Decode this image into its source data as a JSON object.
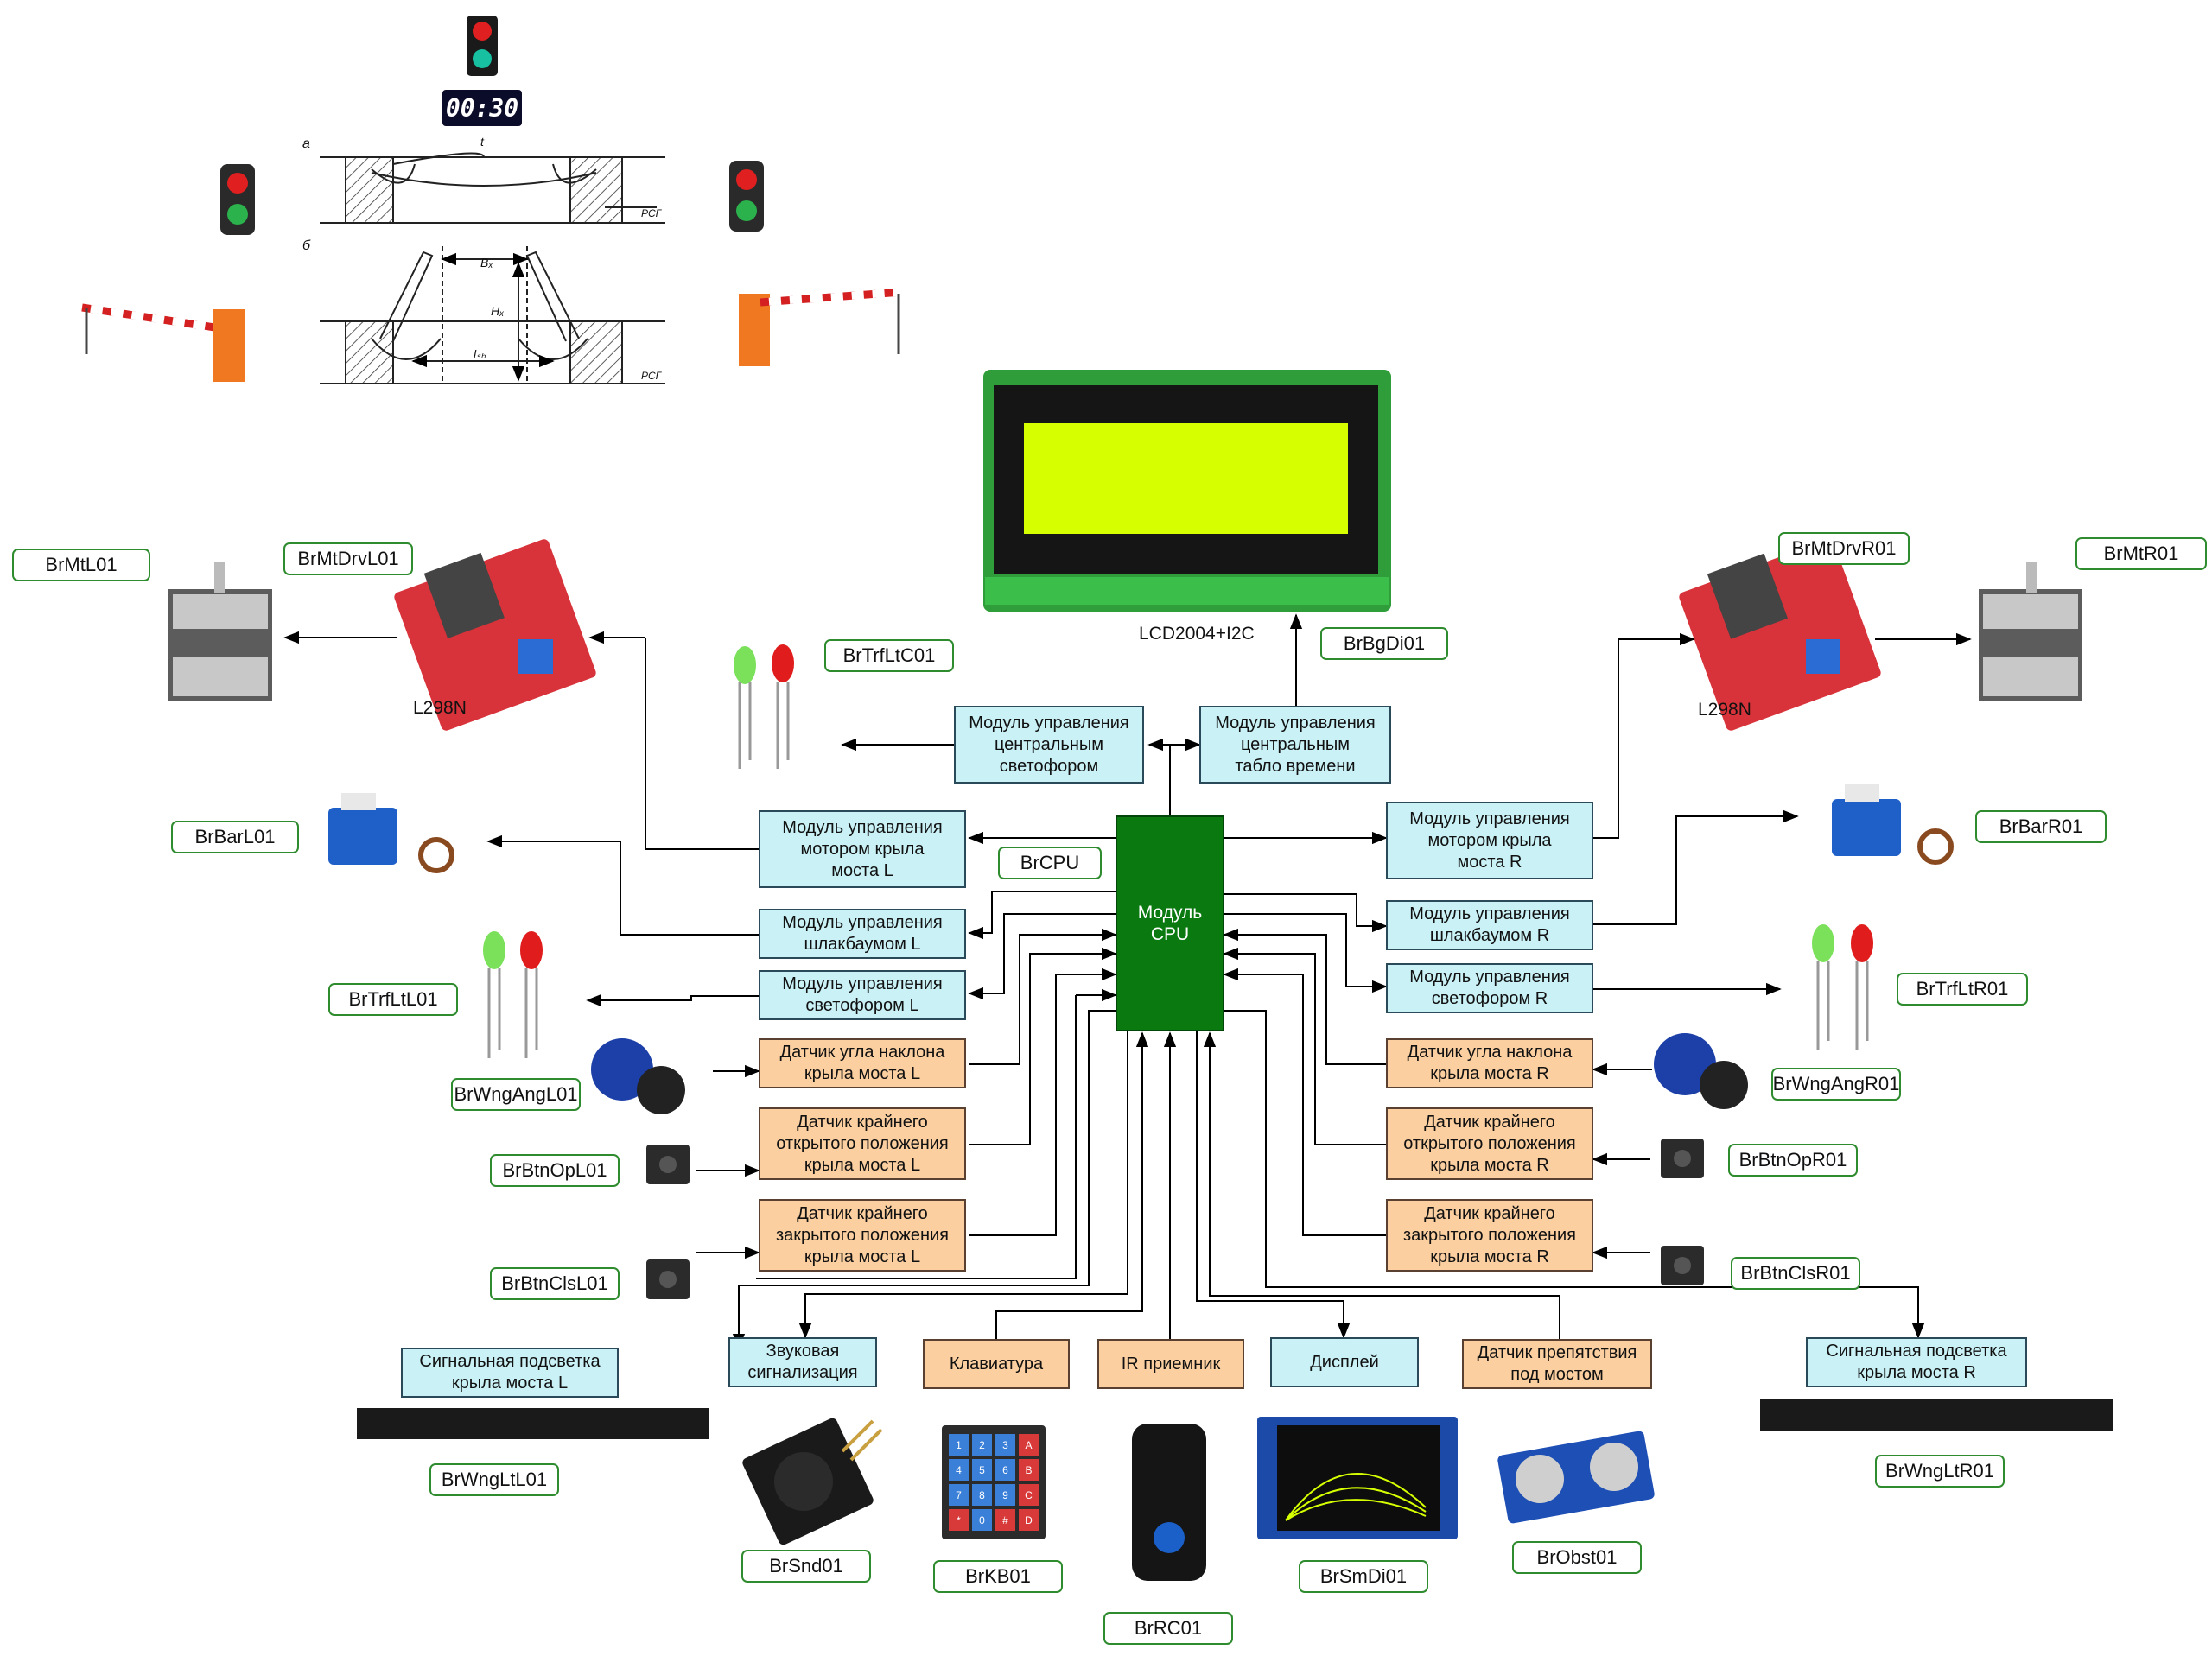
{
  "top": {
    "timer": "00:30",
    "lcd_caption": "LCD2004+I2C",
    "driver_left": "L298N",
    "driver_right": "L298N",
    "drawing_label_a": "а",
    "drawing_label_b": "б",
    "drawing_marks": {
      "t": "t",
      "rsg": "РСГ",
      "b": "Bₓ",
      "h": "Hₓ",
      "l": "lₛₕ"
    }
  },
  "cpu": {
    "label": "Модуль\nCPU",
    "tag": "BrCPU"
  },
  "modules": {
    "traffic_center": "Модуль управления\nцентральным\nсветофором",
    "timer_center": "Модуль управления\nцентральным\nтабло времени",
    "motor_l": "Модуль управления\nмотором крыла\nмоста L",
    "barrier_l": "Модуль управления\nшлакбаумом L",
    "traffic_l": "Модуль управления\nсветофором L",
    "motor_r": "Модуль управления\nмотором крыла\nмоста R",
    "barrier_r": "Модуль управления\nшлакбаумом R",
    "traffic_r": "Модуль управления\nсветофором R",
    "sound": "Звуковая\nсигнализация",
    "display": "Дисплей",
    "light_l": "Сигнальная подсветка\nкрыла моста L",
    "light_r": "Сигнальная подсветка\nкрыла моста R"
  },
  "sensors": {
    "angle_l": "Датчик угла наклона\nкрыла моста L",
    "open_l": "Датчик крайнего\nоткрытого положения\nкрыла моста L",
    "close_l": "Датчик крайнего\nзакрытого положения\nкрыла моста L",
    "angle_r": "Датчик угла наклона\nкрыла моста R",
    "open_r": "Датчик крайнего\nоткрытого положения\nкрыла моста R",
    "close_r": "Датчик крайнего\nзакрытого положения\nкрыла моста R",
    "keyboard": "Клавиатура",
    "ir": "IR приемник",
    "obstacle": "Датчик препятствия\nпод мостом"
  },
  "tags": {
    "mtl": "BrMtL01",
    "mtdrvl": "BrMtDrvL01",
    "mtdrvr": "BrMtDrvR01",
    "mtr": "BrMtR01",
    "trfltc": "BrTrfLtC01",
    "bgdi": "BrBgDi01",
    "barl": "BrBarL01",
    "barr": "BrBarR01",
    "trfltl": "BrTrfLtL01",
    "trfltr": "BrTrfLtR01",
    "wngangl": "BrWngAngL01",
    "wngangr": "BrWngAngR01",
    "btnopl": "BrBtnOpL01",
    "btnopr": "BrBtnOpR01",
    "btnclsl": "BrBtnClsL01",
    "btnclsr": "BrBtnClsR01",
    "wngltl": "BrWngLtL01",
    "wngltr": "BrWngLtR01",
    "snd": "BrSnd01",
    "kb": "BrKB01",
    "rc": "BrRC01",
    "smdi": "BrSmDi01",
    "obst": "BrObst01"
  },
  "keypad_keys": [
    "1",
    "2",
    "3",
    "A",
    "4",
    "5",
    "6",
    "B",
    "7",
    "8",
    "9",
    "C",
    "*",
    "0",
    "#",
    "D"
  ],
  "colors": {
    "module_fill": "#c9f1f6",
    "sensor_fill": "#fbcfa0",
    "cpu_fill": "#0a7a10",
    "tag_border": "#2e8b2e",
    "lcd_screen": "#d6ff00",
    "pcb_green": "#2f9e3a"
  }
}
